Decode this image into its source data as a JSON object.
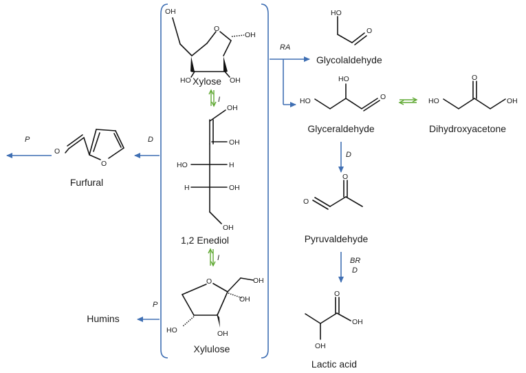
{
  "compounds": {
    "xylose": "Xylose",
    "enediol": "1,2 Enediol",
    "xylulose": "Xylulose",
    "furfural": "Furfural",
    "humins": "Humins",
    "glycolaldehyde": "Glycolaldehyde",
    "glyceraldehyde": "Glyceraldehyde",
    "dihydroxyacetone": "Dihydroxyacetone",
    "pyruvaldehyde": "Pyruvaldehyde",
    "lactic_acid": "Lactic acid"
  },
  "reaction_labels": {
    "isomerization_1": "I",
    "isomerization_2": "I",
    "dehydration_furfural": "D",
    "polymerization_furfural": "P",
    "polymerization_humins": "P",
    "retro_aldol": "RA",
    "dehydration_glyceraldehyde": "D",
    "benzilic_rearrangement": "BR",
    "dehydration_pyruvaldehyde": "D"
  },
  "atoms": {
    "oh": "OH",
    "o": "O",
    "ho": "HO",
    "h": "H"
  },
  "colors": {
    "blue_arrow": "#3f6fb3",
    "green_arrow": "#5fa832",
    "bracket": "#3f6fb3"
  }
}
